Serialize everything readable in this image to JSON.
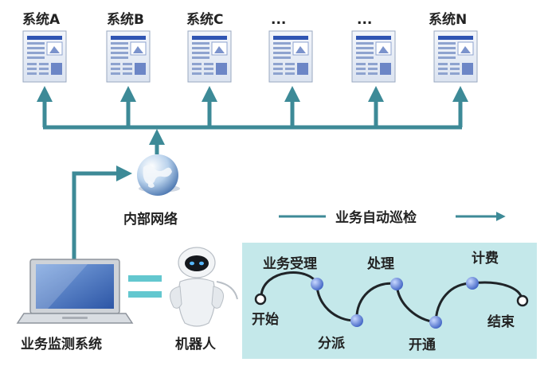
{
  "systems": [
    {
      "label": "系统A"
    },
    {
      "label": "系统B"
    },
    {
      "label": "系统C"
    },
    {
      "label": "..."
    },
    {
      "label": "..."
    },
    {
      "label": "系统N"
    }
  ],
  "network": {
    "label": "内部网络"
  },
  "monitor": {
    "label": "业务监测系统"
  },
  "robot": {
    "label": "机器人"
  },
  "patrol": {
    "label": "业务自动巡检"
  },
  "flow": {
    "start": "开始",
    "accept": "业务受理",
    "dispatch": "分派",
    "process": "处理",
    "open": "开通",
    "billing": "计费",
    "end": "结束"
  },
  "colors": {
    "teal": "#3d8a97",
    "flow_bg": "#c4e8ea",
    "node": "#5b80d6"
  }
}
